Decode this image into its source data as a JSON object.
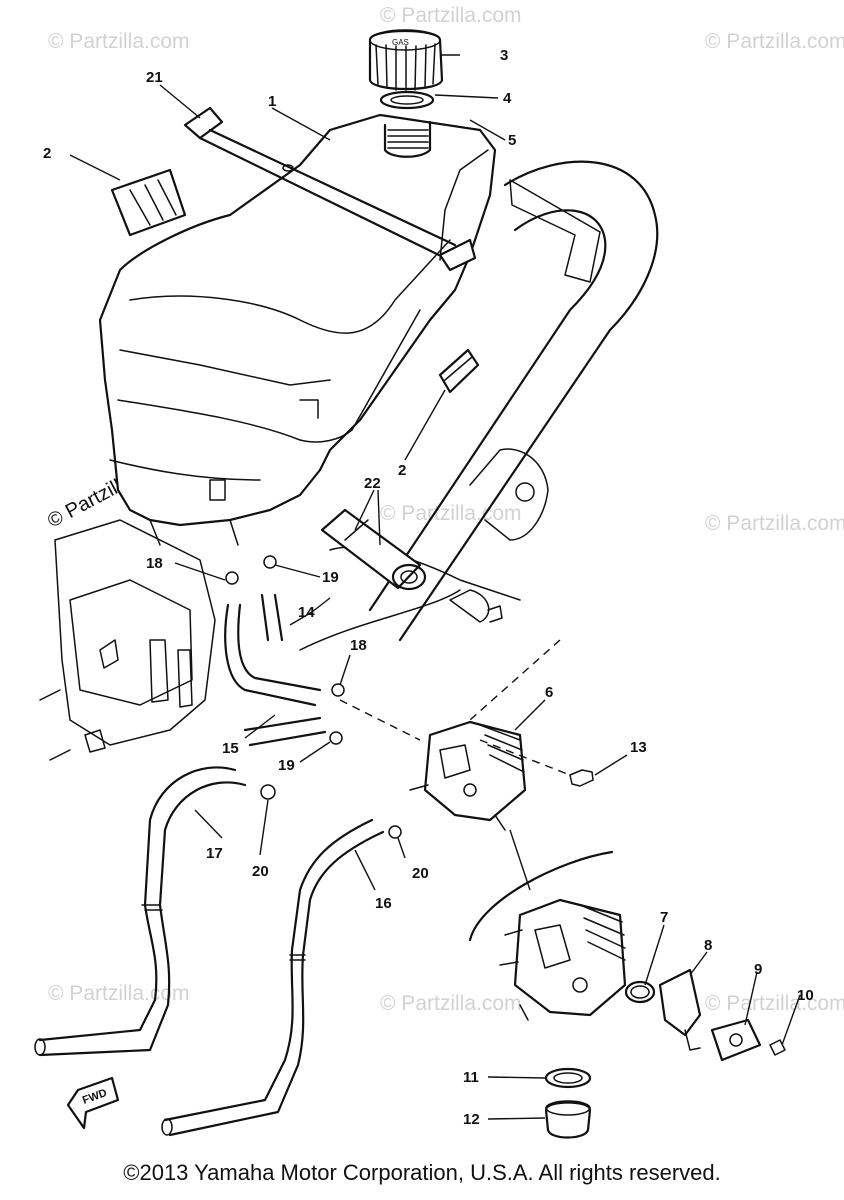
{
  "watermark": "© Partzilla.com",
  "copyright": "©2013 Yamaha Motor Corporation, U.S.A. All rights reserved.",
  "direction_marker": "FWD",
  "callouts": {
    "c1": "1",
    "c2a": "2",
    "c2b": "2",
    "c3": "3",
    "c4": "4",
    "c5": "5",
    "c6": "6",
    "c7": "7",
    "c8": "8",
    "c9": "9",
    "c10": "10",
    "c11": "11",
    "c12": "12",
    "c13": "13",
    "c14": "14",
    "c15": "15",
    "c16": "16",
    "c17": "17",
    "c18a": "18",
    "c18b": "18",
    "c19a": "19",
    "c19b": "19",
    "c20a": "20",
    "c20b": "20",
    "c21": "21",
    "c22": "22"
  }
}
